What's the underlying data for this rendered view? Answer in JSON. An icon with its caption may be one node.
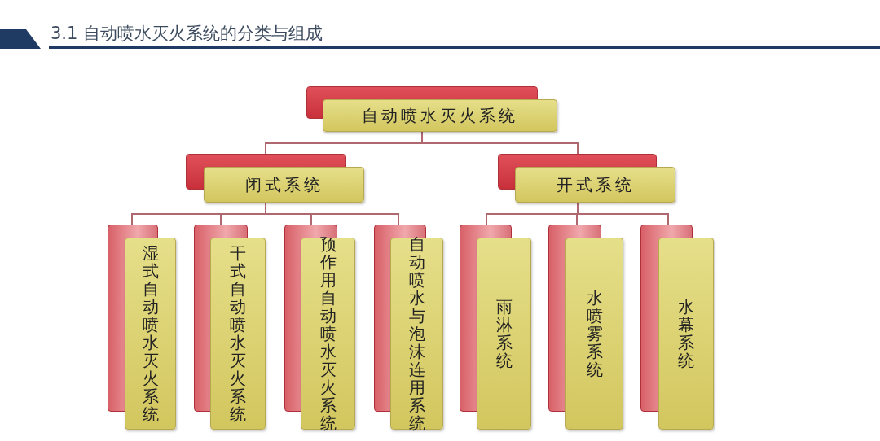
{
  "diagram": {
    "title": "3.1 自动喷水灭火系统的分类与组成",
    "nodes": [
      {
        "text": [
          "自动喷水灭火系统"
        ]
      },
      {
        "text": [
          "闭式系统"
        ]
      },
      {
        "text": [
          "开式系统"
        ]
      },
      {
        "text": [
          "湿式自动喷水灭火系统"
        ]
      },
      {
        "text": [
          "干式自动喷水灭火系统"
        ]
      },
      {
        "text": [
          "预作用自动喷水灭火系统"
        ]
      },
      {
        "text": [
          "自动喷水与泡沫连用系统"
        ]
      },
      {
        "text": [
          "雨淋系统"
        ]
      },
      {
        "text": [
          "水喷雾系统"
        ]
      },
      {
        "text": [
          "水幕系统"
        ]
      }
    ],
    "edges": [
      {
        "from": 0,
        "to": 1,
        "arrow": "none"
      },
      {
        "from": 0,
        "to": 2,
        "arrow": "none"
      },
      {
        "from": 1,
        "to": 3,
        "arrow": "none"
      },
      {
        "from": 1,
        "to": 4,
        "arrow": "none"
      },
      {
        "from": 1,
        "to": 5,
        "arrow": "none"
      },
      {
        "from": 1,
        "to": 6,
        "arrow": "none"
      },
      {
        "from": 2,
        "to": 7,
        "arrow": "none"
      },
      {
        "from": 2,
        "to": 8,
        "arrow": "none"
      },
      {
        "from": 2,
        "to": 9,
        "arrow": "none"
      }
    ]
  }
}
